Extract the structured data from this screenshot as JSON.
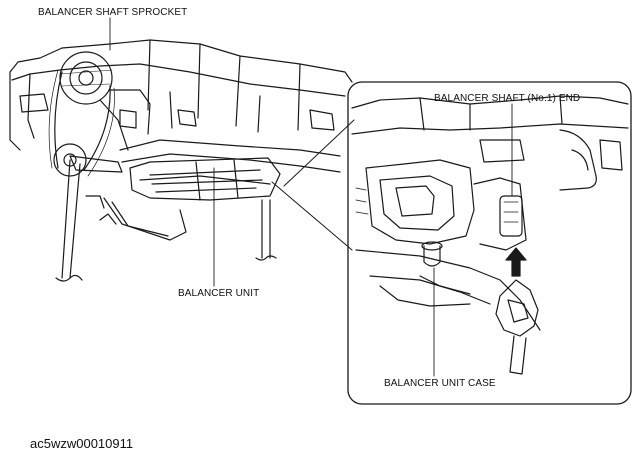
{
  "labels": {
    "sprocket": "BALANCER SHAFT SPROCKET",
    "unit": "BALANCER UNIT",
    "shaft_end": "BALANCER SHAFT (No.1) END",
    "unit_case": "BALANCER UNIT CASE"
  },
  "reference_code": "ac5wzw00010911"
}
